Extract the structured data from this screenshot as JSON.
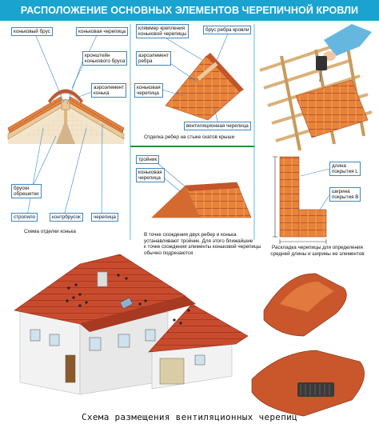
{
  "title": "РАСПОЛОЖЕНИЕ ОСНОВНЫХ ЭЛЕМЕНТОВ ЧЕРЕПИЧНОЙ КРОВЛИ",
  "panel_ridge": {
    "labels": {
      "ridge_beam": "коньковый брус",
      "ridge_tile": "коньковая черепица",
      "ridge_bracket_1": "кронштейн",
      "ridge_bracket_2": "конькового бруса",
      "aero_1": "аэроэлемент",
      "aero_2": "конька",
      "battens_1": "бруски",
      "battens_2": "обрешетки",
      "rafter": "стропило",
      "counter_batten": "контрбрусок",
      "tile": "черепица"
    },
    "caption": "Схема отделки конька"
  },
  "panel_hip": {
    "labels": {
      "clamp_1": "кляммер крепления",
      "clamp_2": "коньковой черепицы",
      "hip_beam": "брус ребра кровли",
      "aero_1": "аэроэлемент",
      "aero_2": "ребра",
      "ridge_tile_1": "коньковая",
      "ridge_tile_2": "черепица",
      "vent_tile": "вентиляционная черепица"
    },
    "caption": "Отделка ребер на стыке скатов крыши"
  },
  "panel_tee": {
    "labels": {
      "tee": "тройник",
      "ridge_tile_1": "коньковая",
      "ridge_tile_2": "черепица"
    },
    "caption_lines": [
      "В точке схождения двух ребер и конька",
      "устанавливают тройник. Для этого ближайшие",
      "к точке схождения элементы коньковой черепицы",
      "обычно подрезаются"
    ]
  },
  "panel_layout": {
    "labels": {
      "length_1": "длина",
      "length_2": "покрытия L",
      "width_1": "ширина",
      "width_2": "покрытия B"
    },
    "caption_lines": [
      "Раскладка черепицы для определения",
      "средней длины и ширины ее элементов"
    ]
  },
  "bottom_caption": "Схема размещения вентиляционных черепиц",
  "colors": {
    "header": "#1aa3cf",
    "label_border": "#3b87c4",
    "tile_orange": "#e8833a",
    "tile_dark": "#c2562a",
    "roof_red": "#c94b2e",
    "wood": "#e9c99a",
    "wall": "#f2f2f2",
    "divider_green": "#2e8b3a",
    "divider_blue": "#79c6e6"
  }
}
